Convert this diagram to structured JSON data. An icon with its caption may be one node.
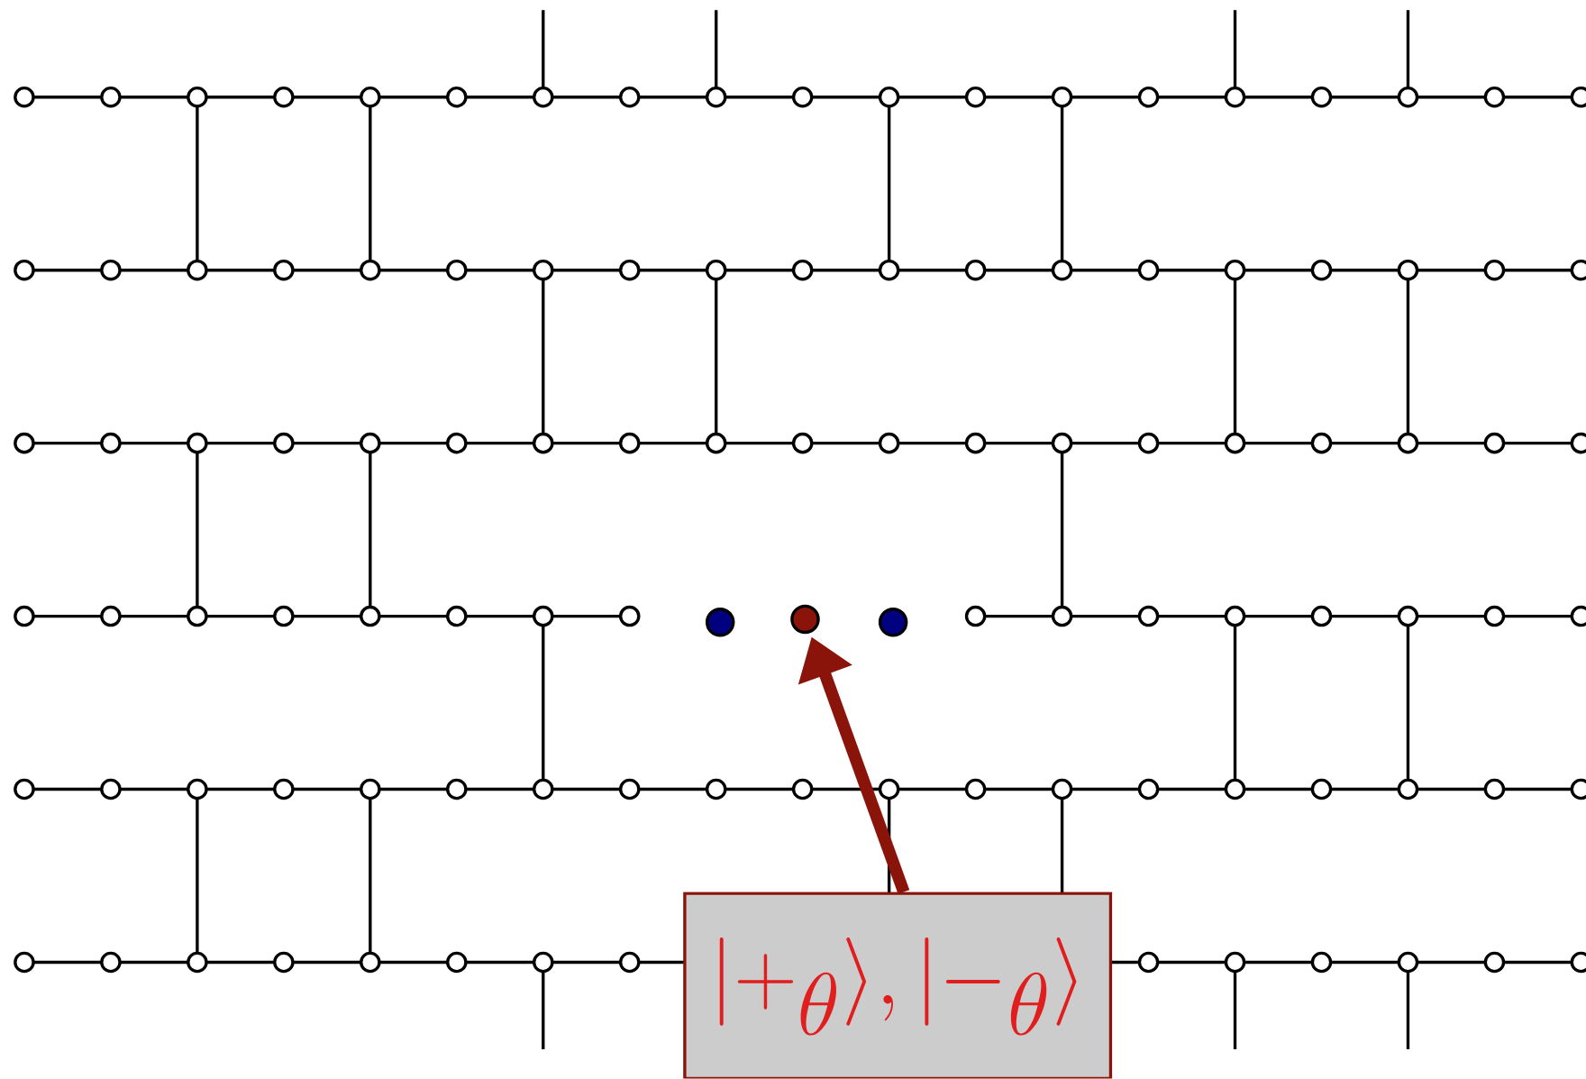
{
  "diagram": {
    "nodes": [
      {
        "text": [
          "|+_\\theta\\rangle, |-_\\theta\\rangle"
        ]
      },
      {
        "text": [],
        "shape": "circle"
      }
    ],
    "edges": [
      {
        "from": 0,
        "to": 1,
        "arrow": "to",
        "color": "#8b140a"
      }
    ]
  }
}
